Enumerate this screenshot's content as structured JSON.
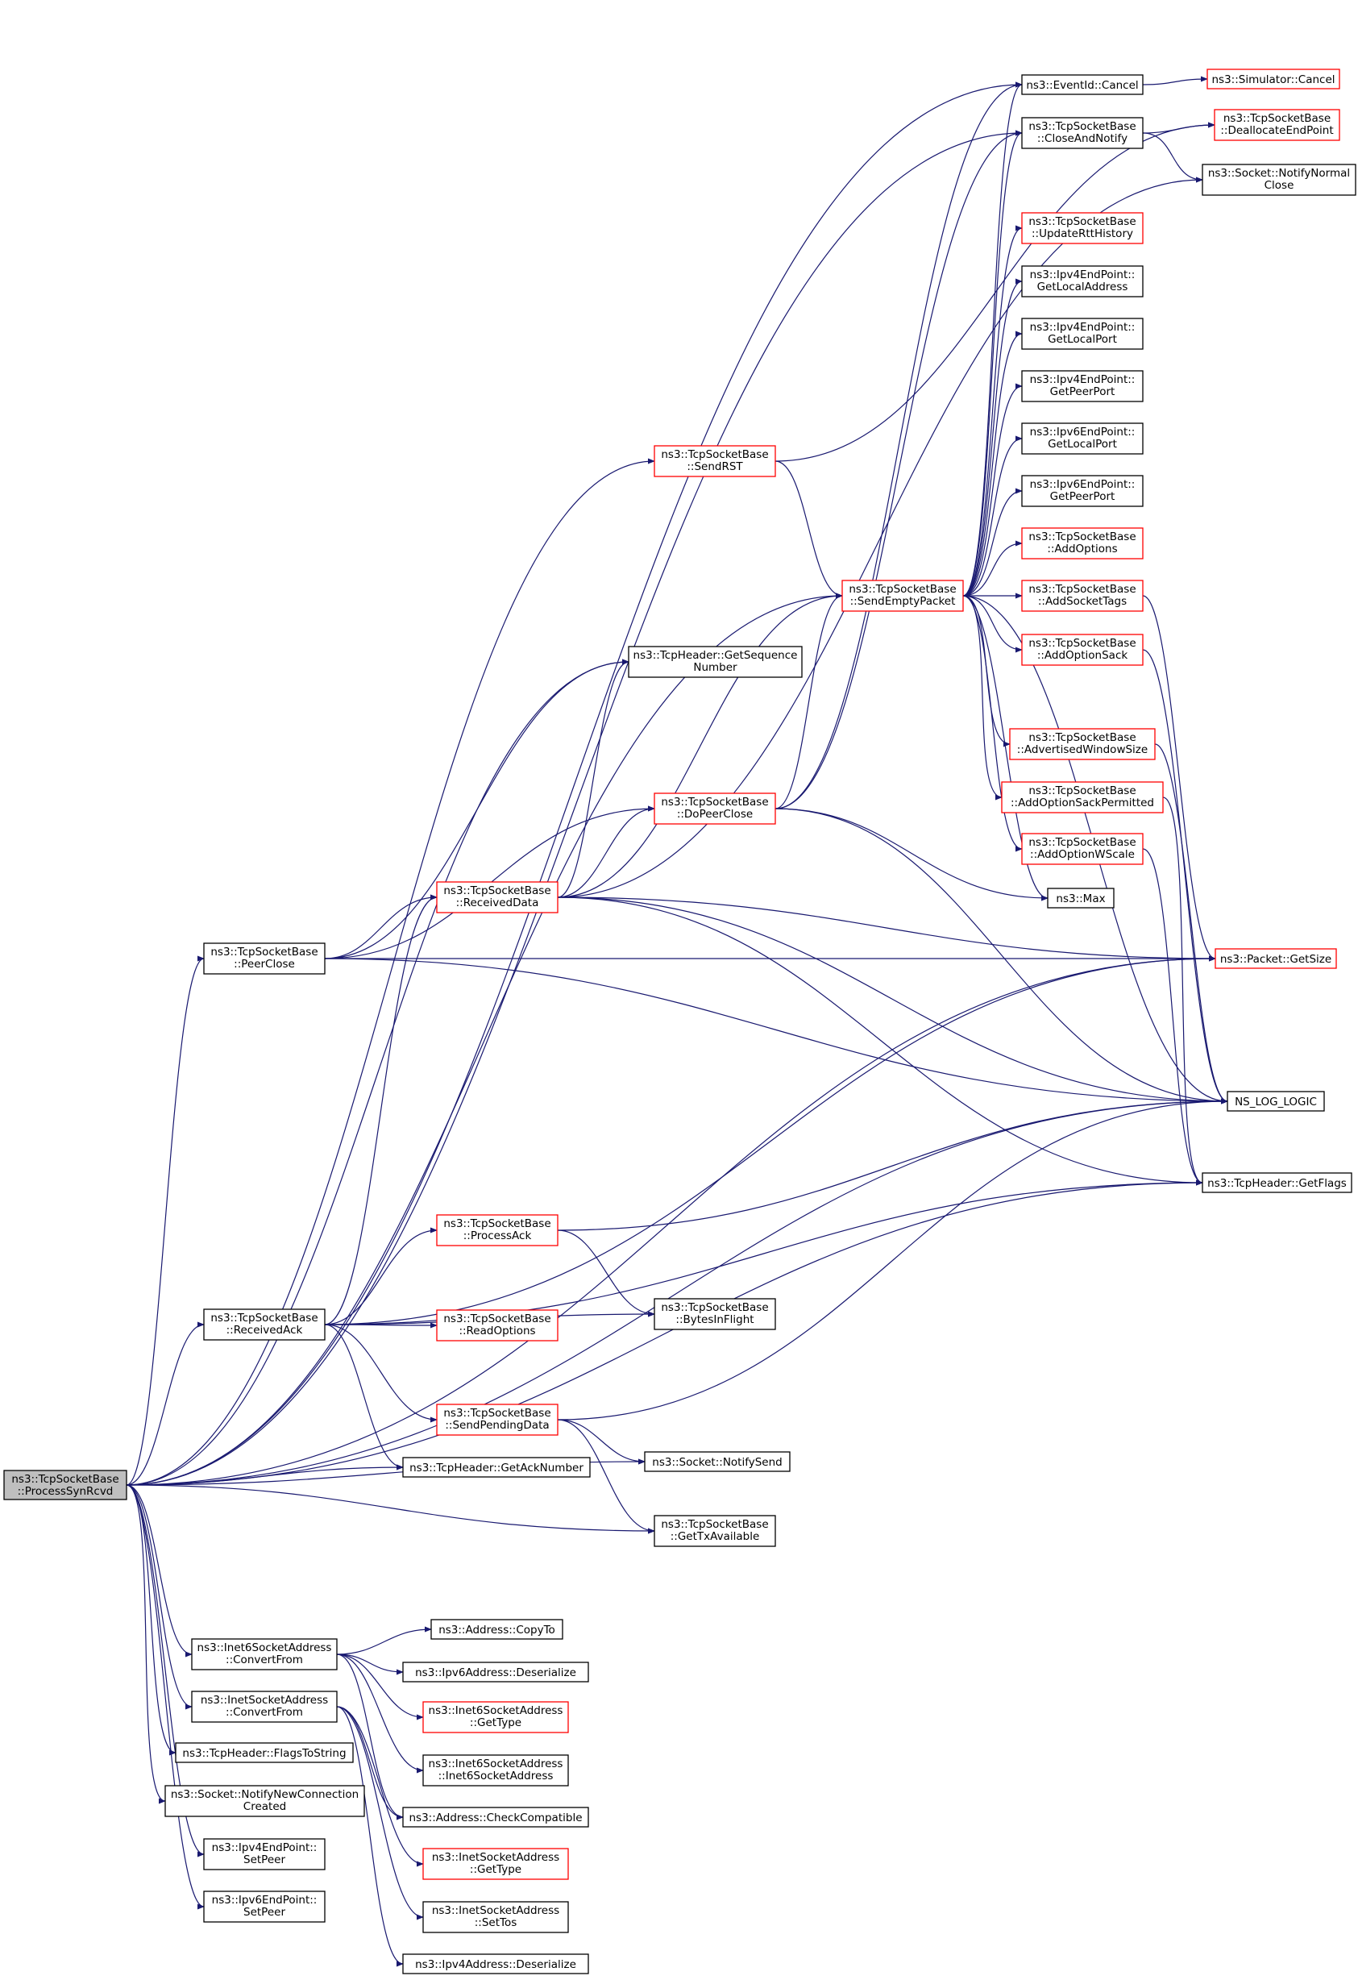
{
  "colors": {
    "edge": "#191970",
    "node_border_black": "#000000",
    "node_border_red": "#ff0000",
    "root_fill": "#bfbfbf",
    "node_fill": "#ffffff"
  },
  "nodes": [
    {
      "id": "root",
      "lines": [
        "ns3::TcpSocketBase",
        "::ProcessSynRcvd"
      ],
      "style": "root"
    },
    {
      "id": "eventid_cancel",
      "lines": [
        "ns3::EventId::Cancel"
      ],
      "style": "black"
    },
    {
      "id": "simulator_cancel",
      "lines": [
        "ns3::Simulator::Cancel"
      ],
      "style": "red"
    },
    {
      "id": "close_and_notify",
      "lines": [
        "ns3::TcpSocketBase",
        "::CloseAndNotify"
      ],
      "style": "black"
    },
    {
      "id": "deallocate_endpoint",
      "lines": [
        "ns3::TcpSocketBase",
        "::DeallocateEndPoint"
      ],
      "style": "red"
    },
    {
      "id": "notify_normal_close",
      "lines": [
        "ns3::Socket::NotifyNormal",
        "Close"
      ],
      "style": "black"
    },
    {
      "id": "update_rtt_history",
      "lines": [
        "ns3::TcpSocketBase",
        "::UpdateRttHistory"
      ],
      "style": "red"
    },
    {
      "id": "ipv4_get_local_address",
      "lines": [
        "ns3::Ipv4EndPoint::",
        "GetLocalAddress"
      ],
      "style": "black"
    },
    {
      "id": "ipv4_get_local_port",
      "lines": [
        "ns3::Ipv4EndPoint::",
        "GetLocalPort"
      ],
      "style": "black"
    },
    {
      "id": "ipv4_get_peer_port",
      "lines": [
        "ns3::Ipv4EndPoint::",
        "GetPeerPort"
      ],
      "style": "black"
    },
    {
      "id": "ipv6_get_local_port",
      "lines": [
        "ns3::Ipv6EndPoint::",
        "GetLocalPort"
      ],
      "style": "black"
    },
    {
      "id": "ipv6_get_peer_port",
      "lines": [
        "ns3::Ipv6EndPoint::",
        "GetPeerPort"
      ],
      "style": "black"
    },
    {
      "id": "add_options",
      "lines": [
        "ns3::TcpSocketBase",
        "::AddOptions"
      ],
      "style": "red"
    },
    {
      "id": "send_rst",
      "lines": [
        "ns3::TcpSocketBase",
        "::SendRST"
      ],
      "style": "red"
    },
    {
      "id": "send_empty_packet",
      "lines": [
        "ns3::TcpSocketBase",
        "::SendEmptyPacket"
      ],
      "style": "red"
    },
    {
      "id": "add_socket_tags",
      "lines": [
        "ns3::TcpSocketBase",
        "::AddSocketTags"
      ],
      "style": "red"
    },
    {
      "id": "add_option_sack",
      "lines": [
        "ns3::TcpSocketBase",
        "::AddOptionSack"
      ],
      "style": "red"
    },
    {
      "id": "get_sequence_number",
      "lines": [
        "ns3::TcpHeader::GetSequence",
        "Number"
      ],
      "style": "black"
    },
    {
      "id": "advertised_window_size",
      "lines": [
        "ns3::TcpSocketBase",
        "::AdvertisedWindowSize"
      ],
      "style": "red"
    },
    {
      "id": "do_peer_close",
      "lines": [
        "ns3::TcpSocketBase",
        "::DoPeerClose"
      ],
      "style": "red"
    },
    {
      "id": "add_option_sack_permitted",
      "lines": [
        "ns3::TcpSocketBase",
        "::AddOptionSackPermitted"
      ],
      "style": "red"
    },
    {
      "id": "add_option_wscale",
      "lines": [
        "ns3::TcpSocketBase",
        "::AddOptionWScale"
      ],
      "style": "red"
    },
    {
      "id": "received_data",
      "lines": [
        "ns3::TcpSocketBase",
        "::ReceivedData"
      ],
      "style": "red"
    },
    {
      "id": "max",
      "lines": [
        "ns3::Max"
      ],
      "style": "black"
    },
    {
      "id": "peer_close",
      "lines": [
        "ns3::TcpSocketBase",
        "::PeerClose"
      ],
      "style": "black"
    },
    {
      "id": "packet_get_size",
      "lines": [
        "ns3::Packet::GetSize"
      ],
      "style": "red"
    },
    {
      "id": "ns_log_logic",
      "lines": [
        "NS_LOG_LOGIC"
      ],
      "style": "black"
    },
    {
      "id": "get_flags",
      "lines": [
        "ns3::TcpHeader::GetFlags"
      ],
      "style": "black"
    },
    {
      "id": "process_ack",
      "lines": [
        "ns3::TcpSocketBase",
        "::ProcessAck"
      ],
      "style": "red"
    },
    {
      "id": "received_ack",
      "lines": [
        "ns3::TcpSocketBase",
        "::ReceivedAck"
      ],
      "style": "black"
    },
    {
      "id": "bytes_in_flight",
      "lines": [
        "ns3::TcpSocketBase",
        "::BytesInFlight"
      ],
      "style": "black"
    },
    {
      "id": "read_options",
      "lines": [
        "ns3::TcpSocketBase",
        "::ReadOptions"
      ],
      "style": "red"
    },
    {
      "id": "send_pending_data",
      "lines": [
        "ns3::TcpSocketBase",
        "::SendPendingData"
      ],
      "style": "red"
    },
    {
      "id": "get_ack_number",
      "lines": [
        "ns3::TcpHeader::GetAckNumber"
      ],
      "style": "black"
    },
    {
      "id": "notify_send",
      "lines": [
        "ns3::Socket::NotifySend"
      ],
      "style": "black"
    },
    {
      "id": "get_tx_available",
      "lines": [
        "ns3::TcpSocketBase",
        "::GetTxAvailable"
      ],
      "style": "black"
    },
    {
      "id": "inet6_convert_from",
      "lines": [
        "ns3::Inet6SocketAddress",
        "::ConvertFrom"
      ],
      "style": "black"
    },
    {
      "id": "address_copy_to",
      "lines": [
        "ns3::Address::CopyTo"
      ],
      "style": "black"
    },
    {
      "id": "ipv6_address_deserialize",
      "lines": [
        "ns3::Ipv6Address::Deserialize"
      ],
      "style": "black"
    },
    {
      "id": "inet6_get_type",
      "lines": [
        "ns3::Inet6SocketAddress",
        "::GetType"
      ],
      "style": "red"
    },
    {
      "id": "inet_convert_from",
      "lines": [
        "ns3::InetSocketAddress",
        "::ConvertFrom"
      ],
      "style": "black"
    },
    {
      "id": "inet6_ctor",
      "lines": [
        "ns3::Inet6SocketAddress",
        "::Inet6SocketAddress"
      ],
      "style": "black"
    },
    {
      "id": "flags_to_string",
      "lines": [
        "ns3::TcpHeader::FlagsToString"
      ],
      "style": "black"
    },
    {
      "id": "address_check_compatible",
      "lines": [
        "ns3::Address::CheckCompatible"
      ],
      "style": "black"
    },
    {
      "id": "notify_new_connection",
      "lines": [
        "ns3::Socket::NotifyNewConnection",
        "Created"
      ],
      "style": "black"
    },
    {
      "id": "inet_get_type",
      "lines": [
        "ns3::InetSocketAddress",
        "::GetType"
      ],
      "style": "red"
    },
    {
      "id": "ipv4_set_peer",
      "lines": [
        "ns3::Ipv4EndPoint::",
        "SetPeer"
      ],
      "style": "black"
    },
    {
      "id": "inet_set_tos",
      "lines": [
        "ns3::InetSocketAddress",
        "::SetTos"
      ],
      "style": "black"
    },
    {
      "id": "ipv6_set_peer",
      "lines": [
        "ns3::Ipv6EndPoint::",
        "SetPeer"
      ],
      "style": "black"
    },
    {
      "id": "ipv4_address_deserialize",
      "lines": [
        "ns3::Ipv4Address::Deserialize"
      ],
      "style": "black"
    }
  ],
  "edges": [
    {
      "from": "root",
      "to": "eventid_cancel"
    },
    {
      "from": "root",
      "to": "send_rst"
    },
    {
      "from": "root",
      "to": "close_and_notify"
    },
    {
      "from": "root",
      "to": "send_empty_packet"
    },
    {
      "from": "root",
      "to": "get_sequence_number"
    },
    {
      "from": "root",
      "to": "peer_close"
    },
    {
      "from": "root",
      "to": "received_ack"
    },
    {
      "from": "root",
      "to": "packet_get_size"
    },
    {
      "from": "root",
      "to": "ns_log_logic"
    },
    {
      "from": "root",
      "to": "get_flags"
    },
    {
      "from": "root",
      "to": "get_ack_number"
    },
    {
      "from": "root",
      "to": "notify_send"
    },
    {
      "from": "root",
      "to": "get_tx_available"
    },
    {
      "from": "root",
      "to": "inet6_convert_from"
    },
    {
      "from": "root",
      "to": "inet_convert_from"
    },
    {
      "from": "root",
      "to": "flags_to_string"
    },
    {
      "from": "root",
      "to": "notify_new_connection"
    },
    {
      "from": "root",
      "to": "ipv4_set_peer"
    },
    {
      "from": "root",
      "to": "ipv6_set_peer"
    },
    {
      "from": "eventid_cancel",
      "to": "simulator_cancel"
    },
    {
      "from": "close_and_notify",
      "to": "deallocate_endpoint"
    },
    {
      "from": "close_and_notify",
      "to": "notify_normal_close"
    },
    {
      "from": "send_rst",
      "to": "deallocate_endpoint"
    },
    {
      "from": "send_rst",
      "to": "send_empty_packet"
    },
    {
      "from": "send_empty_packet",
      "to": "eventid_cancel"
    },
    {
      "from": "send_empty_packet",
      "to": "close_and_notify"
    },
    {
      "from": "send_empty_packet",
      "to": "update_rtt_history"
    },
    {
      "from": "send_empty_packet",
      "to": "ipv4_get_local_address"
    },
    {
      "from": "send_empty_packet",
      "to": "ipv4_get_local_port"
    },
    {
      "from": "send_empty_packet",
      "to": "ipv4_get_peer_port"
    },
    {
      "from": "send_empty_packet",
      "to": "ipv6_get_local_port"
    },
    {
      "from": "send_empty_packet",
      "to": "ipv6_get_peer_port"
    },
    {
      "from": "send_empty_packet",
      "to": "add_options"
    },
    {
      "from": "send_empty_packet",
      "to": "add_socket_tags"
    },
    {
      "from": "send_empty_packet",
      "to": "add_option_sack"
    },
    {
      "from": "send_empty_packet",
      "to": "advertised_window_size"
    },
    {
      "from": "send_empty_packet",
      "to": "add_option_sack_permitted"
    },
    {
      "from": "send_empty_packet",
      "to": "add_option_wscale"
    },
    {
      "from": "send_empty_packet",
      "to": "max"
    },
    {
      "from": "send_empty_packet",
      "to": "ns_log_logic"
    },
    {
      "from": "add_socket_tags",
      "to": "packet_get_size"
    },
    {
      "from": "add_option_sack",
      "to": "ns_log_logic"
    },
    {
      "from": "advertised_window_size",
      "to": "ns_log_logic"
    },
    {
      "from": "add_option_sack_permitted",
      "to": "get_flags"
    },
    {
      "from": "add_option_wscale",
      "to": "get_flags"
    },
    {
      "from": "do_peer_close",
      "to": "eventid_cancel"
    },
    {
      "from": "do_peer_close",
      "to": "close_and_notify"
    },
    {
      "from": "do_peer_close",
      "to": "send_empty_packet"
    },
    {
      "from": "do_peer_close",
      "to": "max"
    },
    {
      "from": "do_peer_close",
      "to": "ns_log_logic"
    },
    {
      "from": "received_data",
      "to": "get_sequence_number"
    },
    {
      "from": "received_data",
      "to": "do_peer_close"
    },
    {
      "from": "received_data",
      "to": "send_empty_packet"
    },
    {
      "from": "received_data",
      "to": "notify_normal_close"
    },
    {
      "from": "received_data",
      "to": "packet_get_size"
    },
    {
      "from": "received_data",
      "to": "ns_log_logic"
    },
    {
      "from": "received_data",
      "to": "get_flags"
    },
    {
      "from": "peer_close",
      "to": "get_sequence_number"
    },
    {
      "from": "peer_close",
      "to": "do_peer_close"
    },
    {
      "from": "peer_close",
      "to": "received_data"
    },
    {
      "from": "peer_close",
      "to": "packet_get_size"
    },
    {
      "from": "peer_close",
      "to": "ns_log_logic"
    },
    {
      "from": "received_ack",
      "to": "received_data"
    },
    {
      "from": "received_ack",
      "to": "process_ack"
    },
    {
      "from": "received_ack",
      "to": "bytes_in_flight"
    },
    {
      "from": "received_ack",
      "to": "read_options"
    },
    {
      "from": "received_ack",
      "to": "send_pending_data"
    },
    {
      "from": "received_ack",
      "to": "get_ack_number"
    },
    {
      "from": "received_ack",
      "to": "packet_get_size"
    },
    {
      "from": "received_ack",
      "to": "get_flags"
    },
    {
      "from": "process_ack",
      "to": "bytes_in_flight"
    },
    {
      "from": "process_ack",
      "to": "ns_log_logic"
    },
    {
      "from": "send_pending_data",
      "to": "notify_send"
    },
    {
      "from": "send_pending_data",
      "to": "get_tx_available"
    },
    {
      "from": "send_pending_data",
      "to": "ns_log_logic"
    },
    {
      "from": "inet6_convert_from",
      "to": "address_copy_to"
    },
    {
      "from": "inet6_convert_from",
      "to": "ipv6_address_deserialize"
    },
    {
      "from": "inet6_convert_from",
      "to": "inet6_get_type"
    },
    {
      "from": "inet6_convert_from",
      "to": "inet6_ctor"
    },
    {
      "from": "inet6_convert_from",
      "to": "address_check_compatible"
    },
    {
      "from": "inet_convert_from",
      "to": "address_check_compatible"
    },
    {
      "from": "inet_convert_from",
      "to": "inet_get_type"
    },
    {
      "from": "inet_convert_from",
      "to": "inet_set_tos"
    },
    {
      "from": "inet_convert_from",
      "to": "ipv4_address_deserialize"
    }
  ]
}
